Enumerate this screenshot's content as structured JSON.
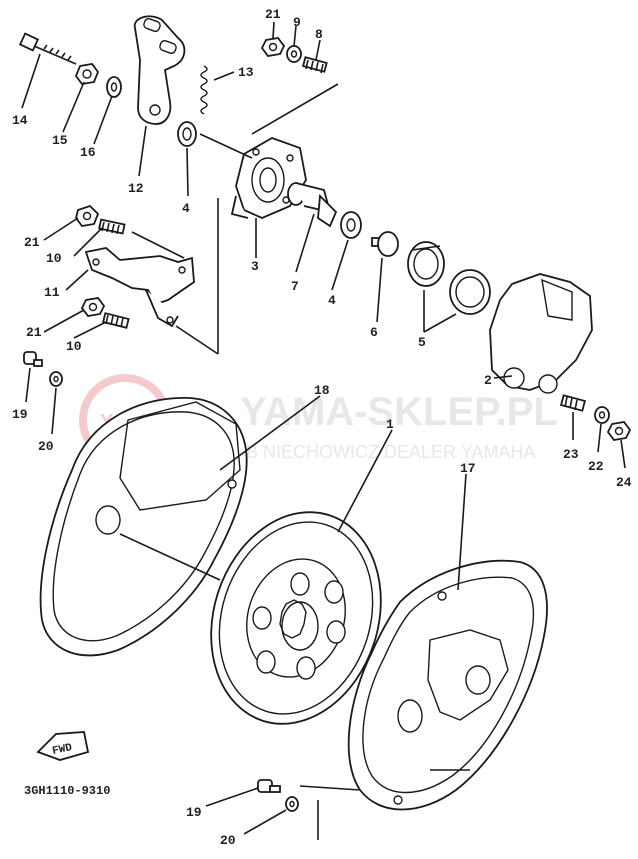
{
  "diagram": {
    "drawing_code": "3GH1110-9310",
    "fwd_label": "FWD",
    "watermark": {
      "line1": "YAMA-SKLEP.PL",
      "line2": "JAKUB NIECHOWICZ DEALER YAMAHA"
    },
    "callouts": [
      {
        "id": "c1",
        "label": "1"
      },
      {
        "id": "c2",
        "label": "2"
      },
      {
        "id": "c3",
        "label": "3"
      },
      {
        "id": "c4a",
        "label": "4"
      },
      {
        "id": "c4b",
        "label": "4"
      },
      {
        "id": "c5",
        "label": "5"
      },
      {
        "id": "c6",
        "label": "6"
      },
      {
        "id": "c7",
        "label": "7"
      },
      {
        "id": "c8",
        "label": "8"
      },
      {
        "id": "c9",
        "label": "9"
      },
      {
        "id": "c10a",
        "label": "10"
      },
      {
        "id": "c10b",
        "label": "10"
      },
      {
        "id": "c11",
        "label": "11"
      },
      {
        "id": "c12",
        "label": "12"
      },
      {
        "id": "c13",
        "label": "13"
      },
      {
        "id": "c14",
        "label": "14"
      },
      {
        "id": "c15",
        "label": "15"
      },
      {
        "id": "c16",
        "label": "16"
      },
      {
        "id": "c17",
        "label": "17"
      },
      {
        "id": "c18",
        "label": "18"
      },
      {
        "id": "c19a",
        "label": "19"
      },
      {
        "id": "c19b",
        "label": "19"
      },
      {
        "id": "c20a",
        "label": "20"
      },
      {
        "id": "c20b",
        "label": "20"
      },
      {
        "id": "c21a",
        "label": "21"
      },
      {
        "id": "c21b",
        "label": "21"
      },
      {
        "id": "c21c",
        "label": "21"
      },
      {
        "id": "c22",
        "label": "22"
      },
      {
        "id": "c23",
        "label": "23"
      },
      {
        "id": "c24",
        "label": "24"
      }
    ]
  }
}
